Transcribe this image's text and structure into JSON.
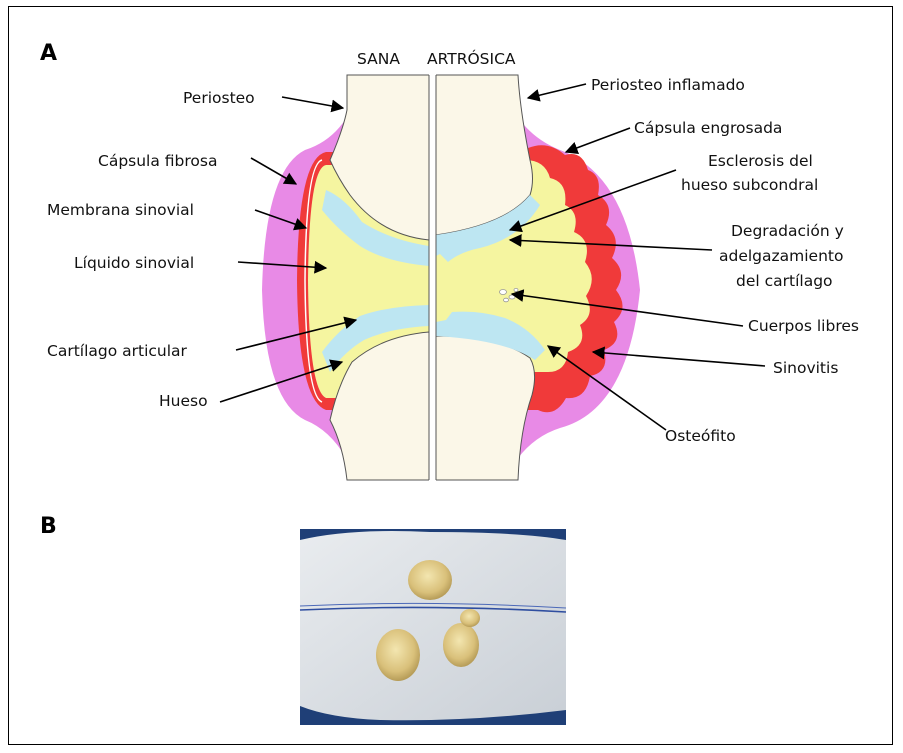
{
  "panels": {
    "a": "A",
    "b": "B"
  },
  "headers": {
    "healthy": "SANA",
    "arthritic": "ARTRÓSICA"
  },
  "left_labels": {
    "periosteum": "Periosteo",
    "fibrous_capsule": "Cápsula fibrosa",
    "synovial_membrane": "Membrana sinovial",
    "synovial_fluid": "Líquido sinovial",
    "articular_cartilage": "Cartílago articular",
    "bone": "Hueso"
  },
  "right_labels": {
    "inflamed_periosteum": "Periosteo inflamado",
    "thickened_capsule": "Cápsula engrosada",
    "sclerosis_line1": "Esclerosis del",
    "sclerosis_line2": "hueso subcondral",
    "degradation_line1": "Degradación y",
    "degradation_line2": "adelgazamiento",
    "degradation_line3": "del cartílago",
    "loose_bodies": "Cuerpos libres",
    "synovitis": "Sinovitis",
    "osteophyte": "Osteófito"
  },
  "colors": {
    "capsule": "#e88ae6",
    "synovial_membrane": "#f03a3a",
    "fluid": "#f5f5a0",
    "cartilage": "#bde6f2",
    "bone": "#fbf7e8"
  }
}
